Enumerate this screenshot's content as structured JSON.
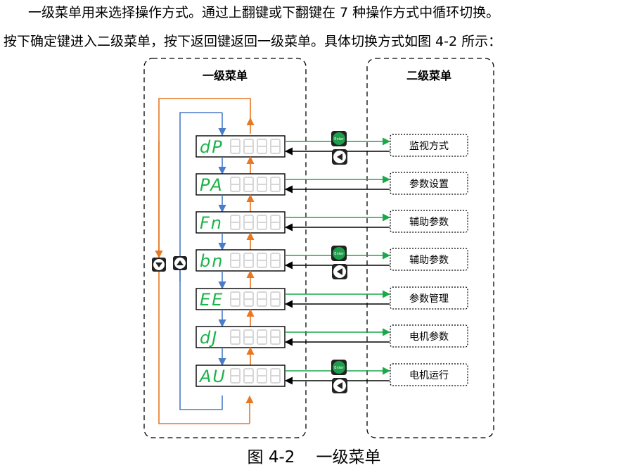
{
  "paragraph": {
    "line1": "一级菜单用来选择操作方式。通过上翻键或下翻键在 7 种操作方式中循环切换。",
    "line2": "按下确定键进入二级菜单，按下返回键返回一级菜单。具体切换方式如图 4-2 所示："
  },
  "diagram": {
    "left_title": "一级菜单",
    "right_title": "二级菜单",
    "enter_label": "Enter",
    "display_codes": [
      "dP",
      "PA",
      "Fn",
      "bn",
      "EE",
      "dJ",
      "AU"
    ],
    "submenus": [
      "监视方式",
      "参数设置",
      "辅助参数",
      "辅助参数",
      "参数管理",
      "电机参数",
      "电机运行"
    ],
    "colors": {
      "up_arrow": "#e87722",
      "down_arrow": "#4a7cc7",
      "enter_arrow": "#1aa84a",
      "return_arrow": "#000000",
      "segment_on": "#1bb34a",
      "segment_off": "#d6d6d6",
      "enter_button": "#1e9e4a"
    }
  },
  "caption": {
    "label": "图 4-2",
    "title": "一级菜单"
  }
}
